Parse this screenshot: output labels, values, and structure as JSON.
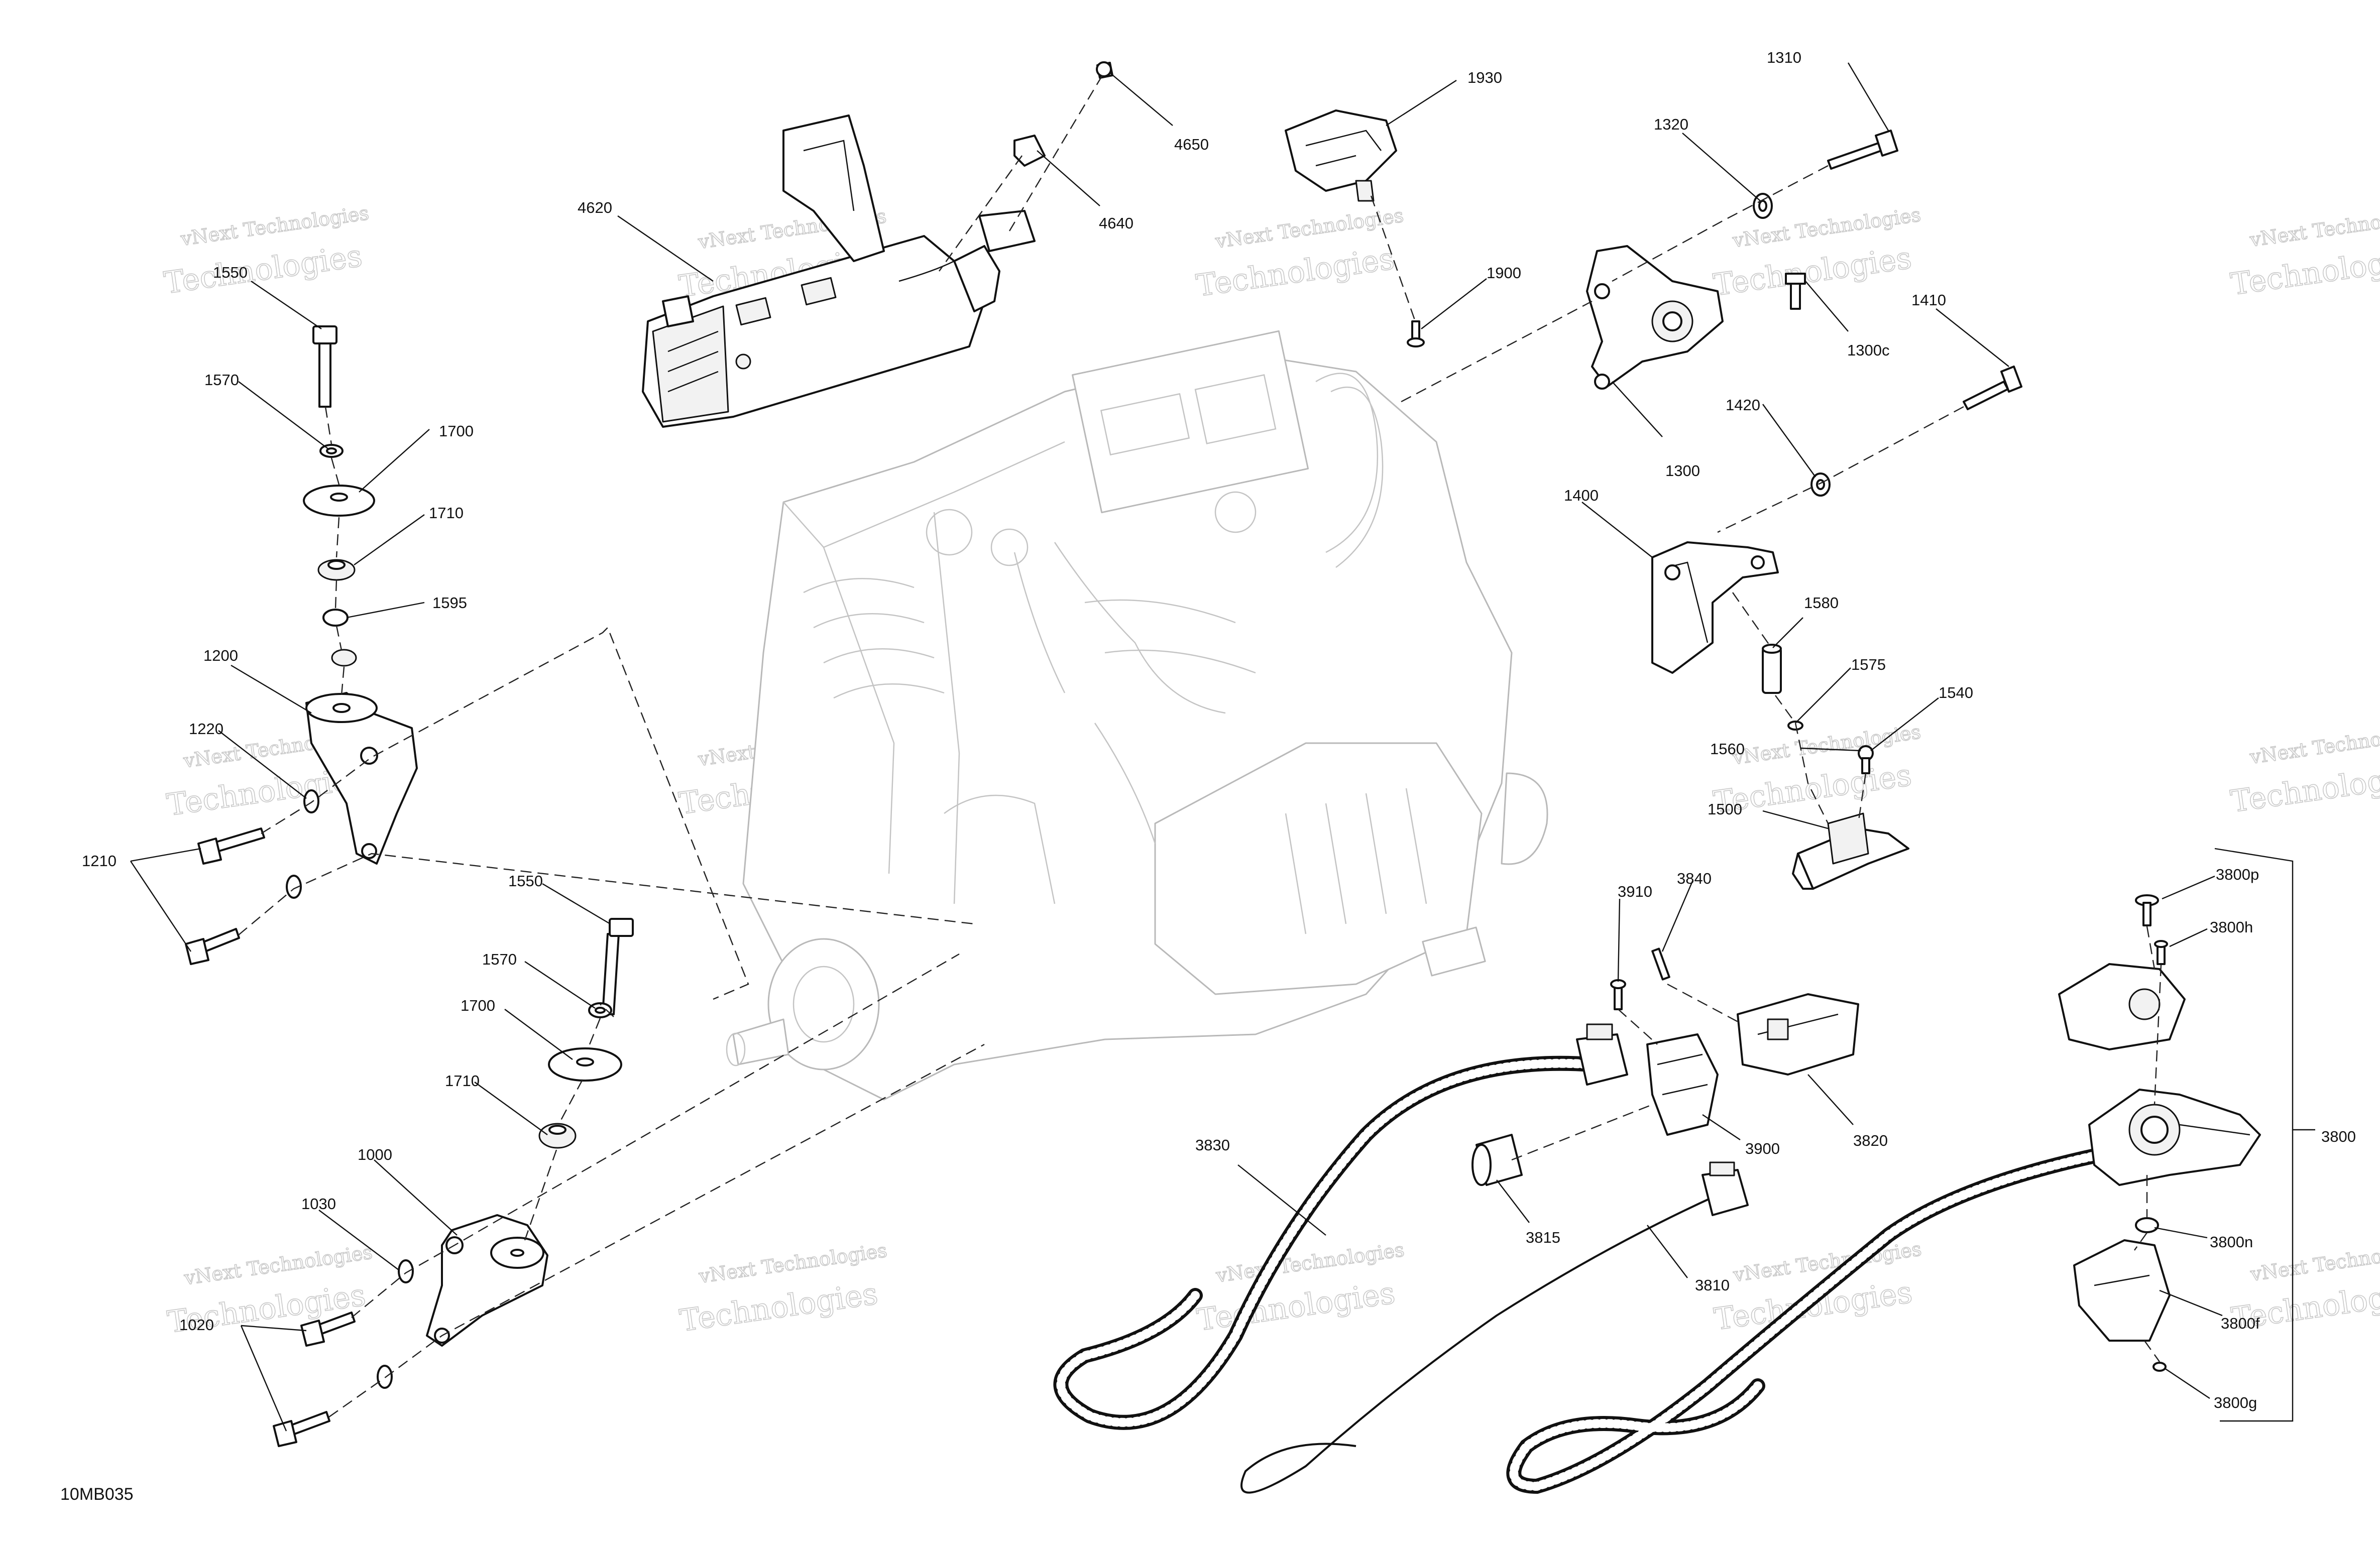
{
  "figure_id": "10MB035",
  "watermark": {
    "line1": "vNext Technologies",
    "line2": "Technologies"
  },
  "callouts": {
    "c4650": "4650",
    "c4640": "4640",
    "c4620": "4620",
    "c1930": "1930",
    "c1900": "1900",
    "c1310": "1310",
    "c1320": "1320",
    "c1300c": "1300c",
    "c1300": "1300",
    "c1410": "1410",
    "c1420": "1420",
    "c1400": "1400",
    "c1580": "1580",
    "c1575": "1575",
    "c1540": "1540",
    "c1560": "1560",
    "c1500": "1500",
    "c1550a": "1550",
    "c1570a": "1570",
    "c1700a": "1700",
    "c1710a": "1710",
    "c1595": "1595",
    "c1200": "1200",
    "c1220": "1220",
    "c1210": "1210",
    "c1550b": "1550",
    "c1570b": "1570",
    "c1700b": "1700",
    "c1710b": "1710",
    "c1000": "1000",
    "c1030": "1030",
    "c1020": "1020",
    "c3910": "3910",
    "c3840": "3840",
    "c3820": "3820",
    "c3900": "3900",
    "c3830": "3830",
    "c3815": "3815",
    "c3810": "3810",
    "c3800p": "3800p",
    "c3800h": "3800h",
    "c3800": "3800",
    "c3800n": "3800n",
    "c3800f": "3800f",
    "c3800g": "3800g"
  }
}
